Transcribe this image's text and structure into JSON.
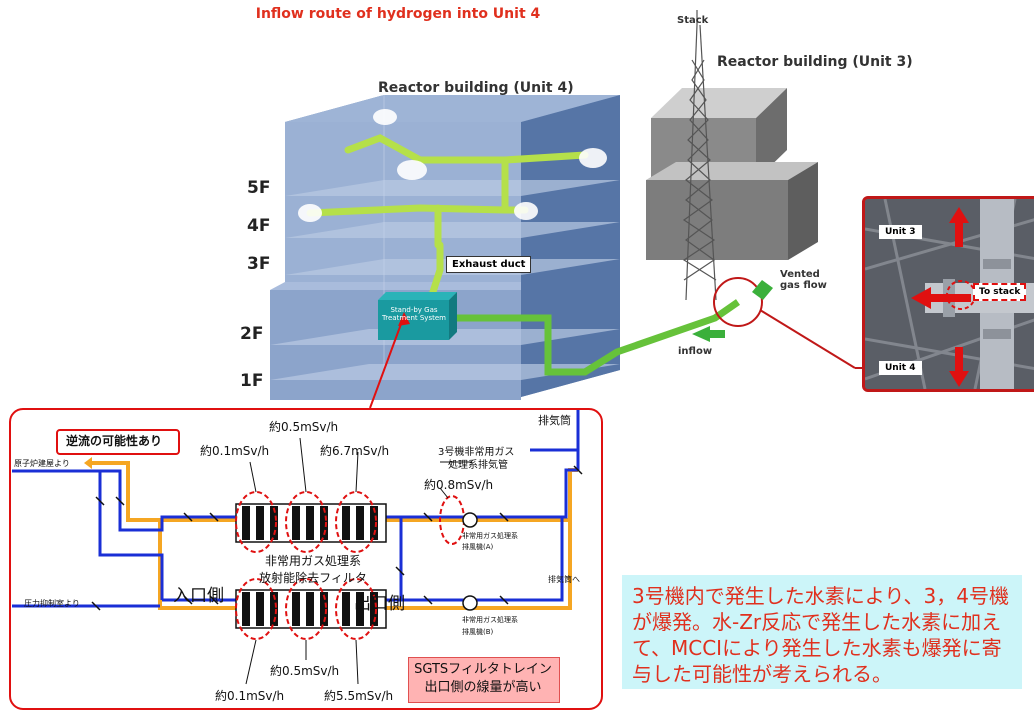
{
  "title": "Inflow route of hydrogen into Unit 4",
  "stack_label": "Stack",
  "unit3_label": "Reactor building (Unit 3)",
  "unit4_label": "Reactor building (Unit 4)",
  "floors": [
    "5F",
    "4F",
    "3F",
    "2F",
    "1F"
  ],
  "exhaust_duct": "Exhaust duct",
  "sgts_label": "Stand-by Gas Treatment System",
  "vented_gas": "Vented gas flow",
  "inflow": "inflow",
  "photo_labels": {
    "unit3": "Unit 3",
    "to_stack": "To stack",
    "unit4": "Unit 4"
  },
  "schematic": {
    "reverse_flow": "逆流の可能性あり",
    "from_reactor_building": "原子炉建屋より",
    "from_suppression_chamber": "圧力抑制室より",
    "inlet_side": "入口側",
    "outlet_side": "出口側",
    "filter_label_1": "非常用ガス処理系",
    "filter_label_2": "放射能除去フィルタ",
    "exhaust_stack": "排気筒",
    "unit3_pipe_1": "3号機非常用ガス",
    "unit3_pipe_2": "処理系排気管",
    "to_exhaust_stack": "排気筒へ",
    "fan_a_1": "非常用ガス処理系",
    "fan_a_2": "排風機(A)",
    "fan_b_1": "非常用ガス処理系",
    "fan_b_2": "排風機(B)",
    "dose_top": [
      "約0.1mSv/h",
      "約0.5mSv/h",
      "約6.7mSv/h"
    ],
    "dose_outlet": "約0.8mSv/h",
    "dose_bottom": [
      "約0.1mSv/h",
      "約0.5mSv/h",
      "約5.5mSv/h"
    ],
    "sgts_note_1": "SGTSフィルタトレイン",
    "sgts_note_2": "出口側の線量が高い"
  },
  "note": "3号機内で発生した水素により、3，4号機が爆発。水-Zr反応で発生した水素に加えて、MCCIにより発生した水素も爆発に寄与した可能性が考えられる。",
  "colors": {
    "accent_red": "#e0301e",
    "pipe_blue": "#1a2fd6",
    "pipe_orange": "#f5a623",
    "duct_green": "#b5e04a",
    "note_bg": "#ccf5f9"
  }
}
